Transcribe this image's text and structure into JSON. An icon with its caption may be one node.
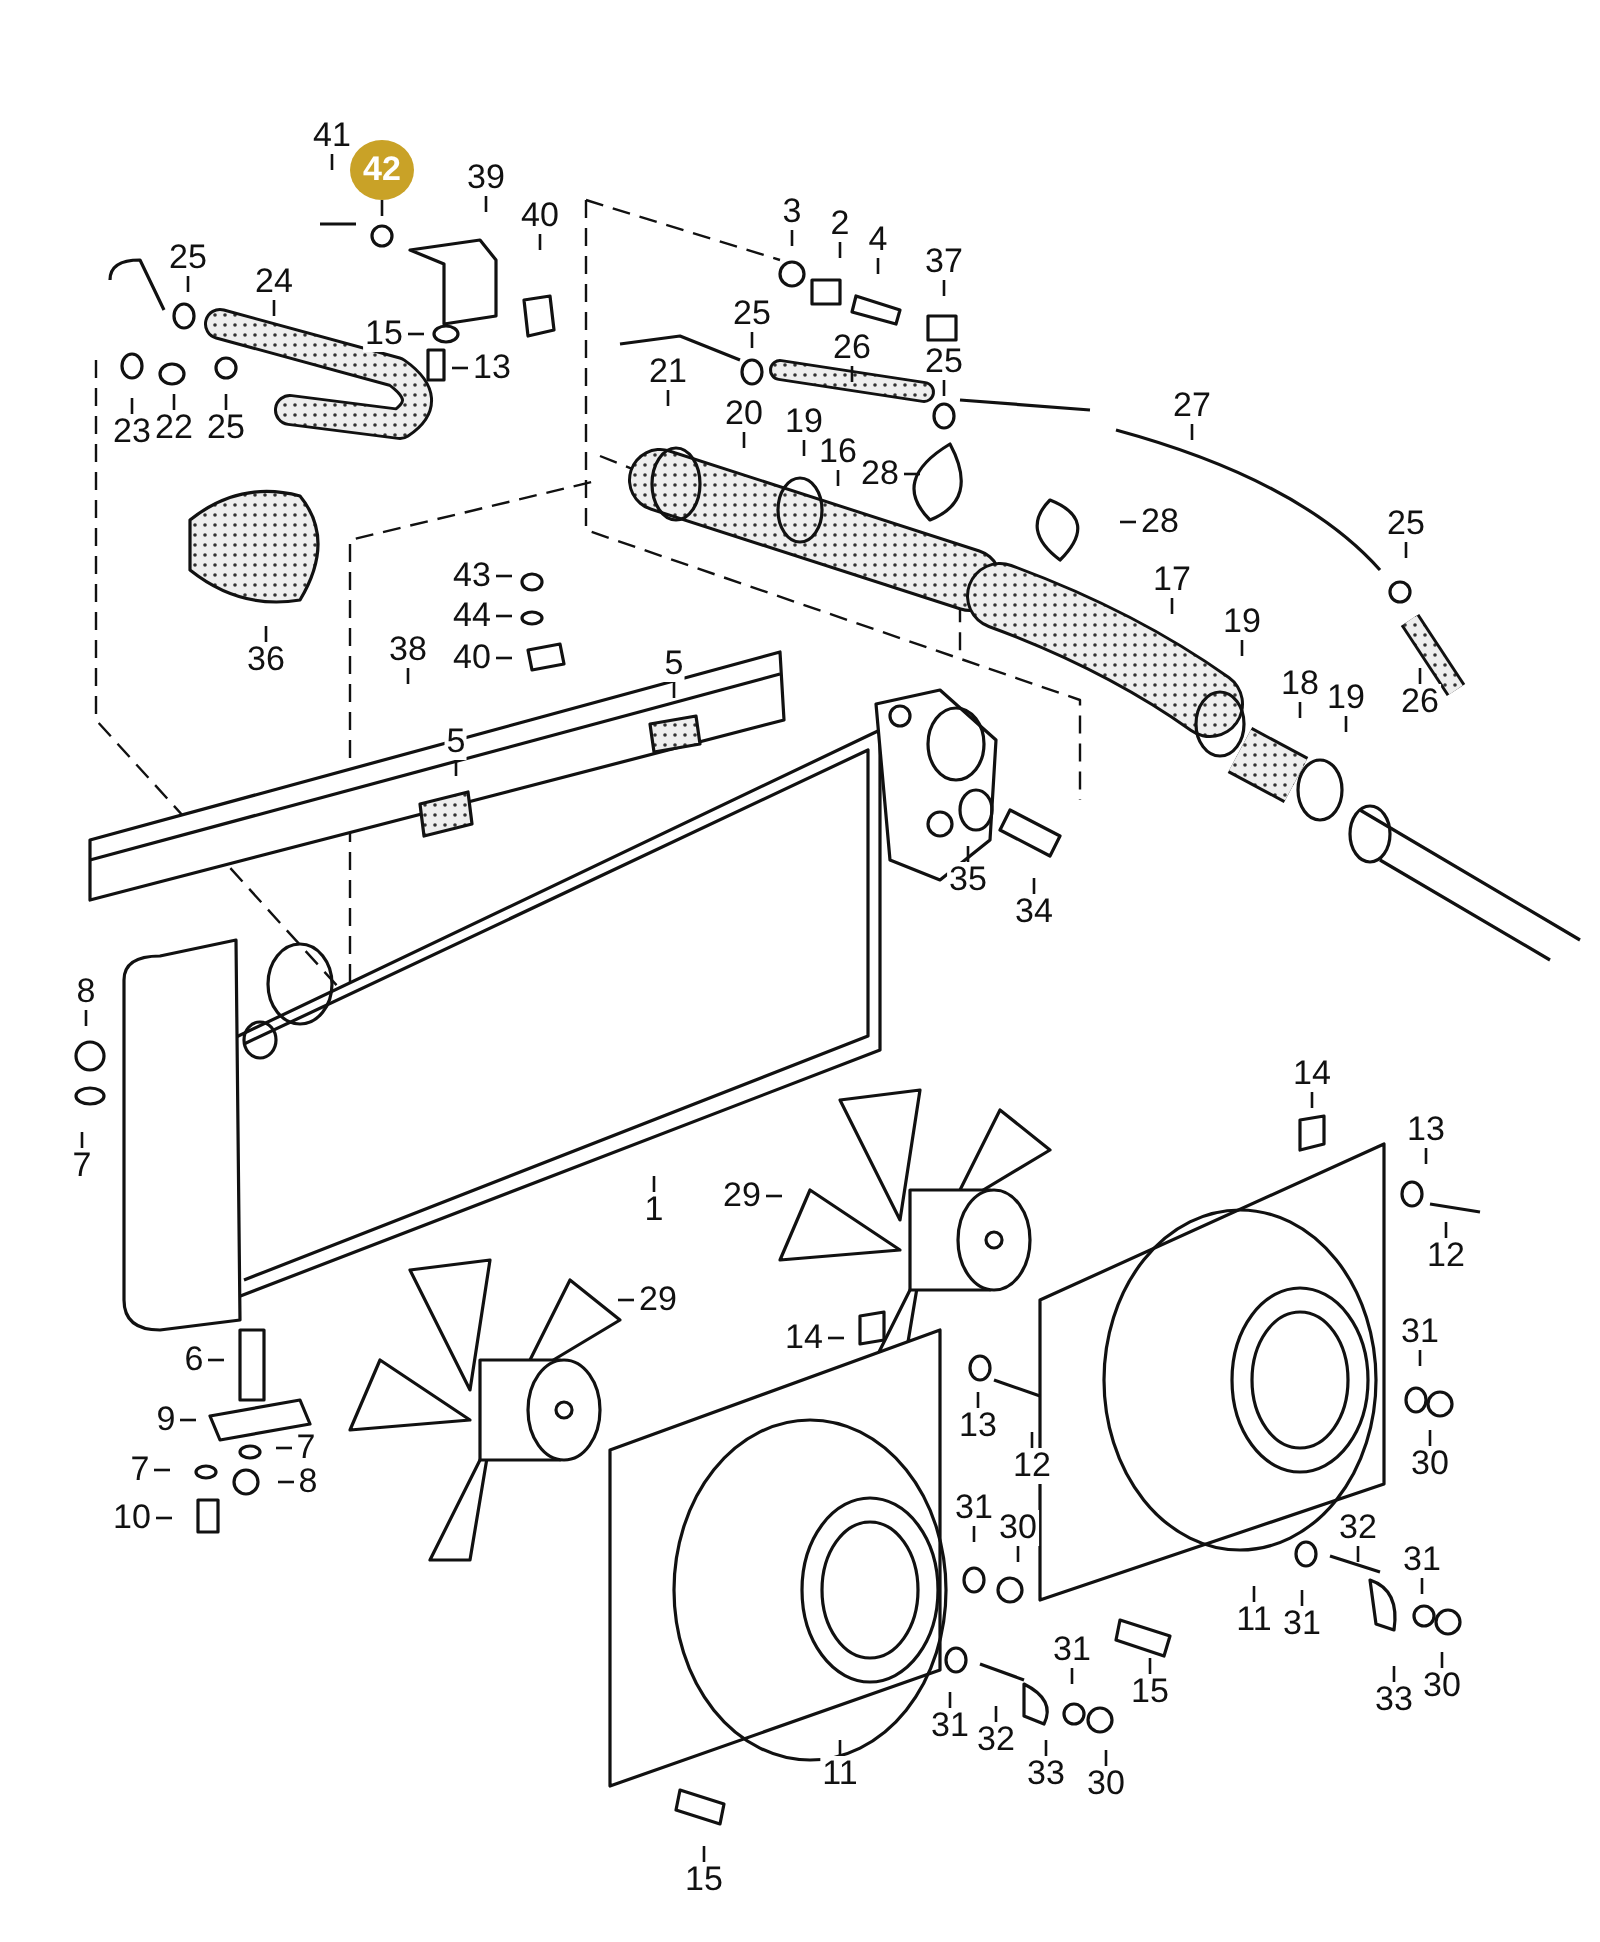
{
  "diagram": {
    "nodes": [
      {
        "text": [
          "41"
        ]
      },
      {
        "text": [
          "42"
        ]
      },
      {
        "text": [
          "39"
        ]
      },
      {
        "text": [
          "40"
        ]
      },
      {
        "text": [
          "3"
        ]
      },
      {
        "text": [
          "2"
        ]
      },
      {
        "text": [
          "4"
        ]
      },
      {
        "text": [
          "37"
        ]
      },
      {
        "text": [
          "25"
        ]
      },
      {
        "text": [
          "24"
        ]
      },
      {
        "text": [
          "15"
        ]
      },
      {
        "text": [
          "13"
        ]
      },
      {
        "text": [
          "25"
        ]
      },
      {
        "text": [
          "26"
        ]
      },
      {
        "text": [
          "25"
        ]
      },
      {
        "text": [
          "27"
        ]
      },
      {
        "text": [
          "23"
        ]
      },
      {
        "text": [
          "22"
        ]
      },
      {
        "text": [
          "25"
        ]
      },
      {
        "text": [
          "21"
        ]
      },
      {
        "text": [
          "20"
        ]
      },
      {
        "text": [
          "19"
        ]
      },
      {
        "text": [
          "16"
        ]
      },
      {
        "text": [
          "28"
        ]
      },
      {
        "text": [
          "28"
        ]
      },
      {
        "text": [
          "25"
        ]
      },
      {
        "text": [
          "17"
        ]
      },
      {
        "text": [
          "19"
        ]
      },
      {
        "text": [
          "18"
        ]
      },
      {
        "text": [
          "19"
        ]
      },
      {
        "text": [
          "26"
        ]
      },
      {
        "text": [
          "36"
        ]
      },
      {
        "text": [
          "43"
        ]
      },
      {
        "text": [
          "44"
        ]
      },
      {
        "text": [
          "40"
        ]
      },
      {
        "text": [
          "38"
        ]
      },
      {
        "text": [
          "5"
        ]
      },
      {
        "text": [
          "5"
        ]
      },
      {
        "text": [
          "35"
        ]
      },
      {
        "text": [
          "34"
        ]
      },
      {
        "text": [
          "8"
        ]
      },
      {
        "text": [
          "7"
        ]
      },
      {
        "text": [
          "1"
        ]
      },
      {
        "text": [
          "29"
        ]
      },
      {
        "text": [
          "29"
        ]
      },
      {
        "text": [
          "6"
        ]
      },
      {
        "text": [
          "9"
        ]
      },
      {
        "text": [
          "7"
        ]
      },
      {
        "text": [
          "7"
        ]
      },
      {
        "text": [
          "8"
        ]
      },
      {
        "text": [
          "10"
        ]
      },
      {
        "text": [
          "14"
        ]
      },
      {
        "text": [
          "13"
        ]
      },
      {
        "text": [
          "12"
        ]
      },
      {
        "text": [
          "14"
        ]
      },
      {
        "text": [
          "13"
        ]
      },
      {
        "text": [
          "12"
        ]
      },
      {
        "text": [
          "31"
        ]
      },
      {
        "text": [
          "30"
        ]
      },
      {
        "text": [
          "31"
        ]
      },
      {
        "text": [
          "30"
        ]
      },
      {
        "text": [
          "15"
        ]
      },
      {
        "text": [
          "11"
        ]
      },
      {
        "text": [
          "31"
        ]
      },
      {
        "text": [
          "32"
        ]
      },
      {
        "text": [
          "31"
        ]
      },
      {
        "text": [
          "33"
        ]
      },
      {
        "text": [
          "30"
        ]
      },
      {
        "text": [
          "11"
        ]
      },
      {
        "text": [
          "31"
        ]
      },
      {
        "text": [
          "32"
        ]
      },
      {
        "text": [
          "31"
        ]
      },
      {
        "text": [
          "33"
        ]
      },
      {
        "text": [
          "30"
        ]
      },
      {
        "text": [
          "15"
        ]
      }
    ],
    "edges": [
      {
        "from": 0,
        "to": null,
        "arrow": "none"
      },
      {
        "from": 1,
        "to": null,
        "arrow": "none"
      },
      {
        "from": 2,
        "to": null,
        "arrow": "none"
      },
      {
        "from": 3,
        "to": null,
        "arrow": "none"
      },
      {
        "from": 4,
        "to": null,
        "arrow": "none"
      },
      {
        "from": 5,
        "to": null,
        "arrow": "none"
      },
      {
        "from": 6,
        "to": null,
        "arrow": "none"
      },
      {
        "from": 7,
        "to": null,
        "arrow": "none"
      },
      {
        "from": 8,
        "to": null,
        "arrow": "none"
      },
      {
        "from": 9,
        "to": null,
        "arrow": "none"
      },
      {
        "from": 10,
        "to": null,
        "arrow": "none"
      },
      {
        "from": 11,
        "to": null,
        "arrow": "none"
      },
      {
        "from": 12,
        "to": null,
        "arrow": "none"
      },
      {
        "from": 13,
        "to": null,
        "arrow": "none"
      },
      {
        "from": 14,
        "to": null,
        "arrow": "none"
      },
      {
        "from": 15,
        "to": null,
        "arrow": "none"
      },
      {
        "from": 16,
        "to": null,
        "arrow": "none"
      },
      {
        "from": 17,
        "to": null,
        "arrow": "none"
      },
      {
        "from": 18,
        "to": null,
        "arrow": "none"
      },
      {
        "from": 19,
        "to": null,
        "arrow": "none"
      },
      {
        "from": 20,
        "to": null,
        "arrow": "none"
      },
      {
        "from": 21,
        "to": null,
        "arrow": "none"
      },
      {
        "from": 22,
        "to": null,
        "arrow": "none"
      },
      {
        "from": 23,
        "to": null,
        "arrow": "none"
      },
      {
        "from": 24,
        "to": null,
        "arrow": "none"
      },
      {
        "from": 25,
        "to": null,
        "arrow": "none"
      },
      {
        "from": 26,
        "to": null,
        "arrow": "none"
      },
      {
        "from": 27,
        "to": null,
        "arrow": "none"
      },
      {
        "from": 28,
        "to": null,
        "arrow": "none"
      },
      {
        "from": 29,
        "to": null,
        "arrow": "none"
      },
      {
        "from": 30,
        "to": null,
        "arrow": "none"
      },
      {
        "from": 31,
        "to": null,
        "arrow": "none"
      },
      {
        "from": 32,
        "to": null,
        "arrow": "none"
      },
      {
        "from": 33,
        "to": null,
        "arrow": "none"
      },
      {
        "from": 34,
        "to": null,
        "arrow": "none"
      },
      {
        "from": 35,
        "to": null,
        "arrow": "none"
      },
      {
        "from": 36,
        "to": null,
        "arrow": "none"
      },
      {
        "from": 37,
        "to": null,
        "arrow": "none"
      },
      {
        "from": 38,
        "to": null,
        "arrow": "none"
      },
      {
        "from": 39,
        "to": null,
        "arrow": "none"
      },
      {
        "from": 40,
        "to": null,
        "arrow": "none"
      },
      {
        "from": 41,
        "to": null,
        "arrow": "none"
      },
      {
        "from": 42,
        "to": null,
        "arrow": "none"
      },
      {
        "from": 43,
        "to": null,
        "arrow": "none"
      },
      {
        "from": 44,
        "to": null,
        "arrow": "none"
      },
      {
        "from": 45,
        "to": null,
        "arrow": "none"
      },
      {
        "from": 46,
        "to": null,
        "arrow": "none"
      },
      {
        "from": 47,
        "to": null,
        "arrow": "none"
      },
      {
        "from": 48,
        "to": null,
        "arrow": "none"
      },
      {
        "from": 49,
        "to": null,
        "arrow": "none"
      },
      {
        "from": 50,
        "to": null,
        "arrow": "none"
      },
      {
        "from": 51,
        "to": null,
        "arrow": "none"
      },
      {
        "from": 52,
        "to": null,
        "arrow": "none"
      },
      {
        "from": 53,
        "to": null,
        "arrow": "none"
      },
      {
        "from": 54,
        "to": null,
        "arrow": "none"
      },
      {
        "from": 55,
        "to": null,
        "arrow": "none"
      },
      {
        "from": 56,
        "to": null,
        "arrow": "none"
      },
      {
        "from": 57,
        "to": null,
        "arrow": "none"
      },
      {
        "from": 58,
        "to": null,
        "arrow": "none"
      },
      {
        "from": 59,
        "to": null,
        "arrow": "none"
      },
      {
        "from": 60,
        "to": null,
        "arrow": "none"
      },
      {
        "from": 61,
        "to": null,
        "arrow": "none"
      },
      {
        "from": 62,
        "to": null,
        "arrow": "none"
      },
      {
        "from": 63,
        "to": null,
        "arrow": "none"
      },
      {
        "from": 64,
        "to": null,
        "arrow": "none"
      },
      {
        "from": 65,
        "to": null,
        "arrow": "none"
      },
      {
        "from": 66,
        "to": null,
        "arrow": "none"
      },
      {
        "from": 67,
        "to": null,
        "arrow": "none"
      },
      {
        "from": 68,
        "to": null,
        "arrow": "none"
      },
      {
        "from": 69,
        "to": null,
        "arrow": "none"
      },
      {
        "from": 70,
        "to": null,
        "arrow": "none"
      },
      {
        "from": 71,
        "to": null,
        "arrow": "none"
      },
      {
        "from": 72,
        "to": null,
        "arrow": "none"
      },
      {
        "from": 73,
        "to": null,
        "arrow": "none"
      },
      {
        "from": 74,
        "to": null,
        "arrow": "none"
      }
    ]
  }
}
